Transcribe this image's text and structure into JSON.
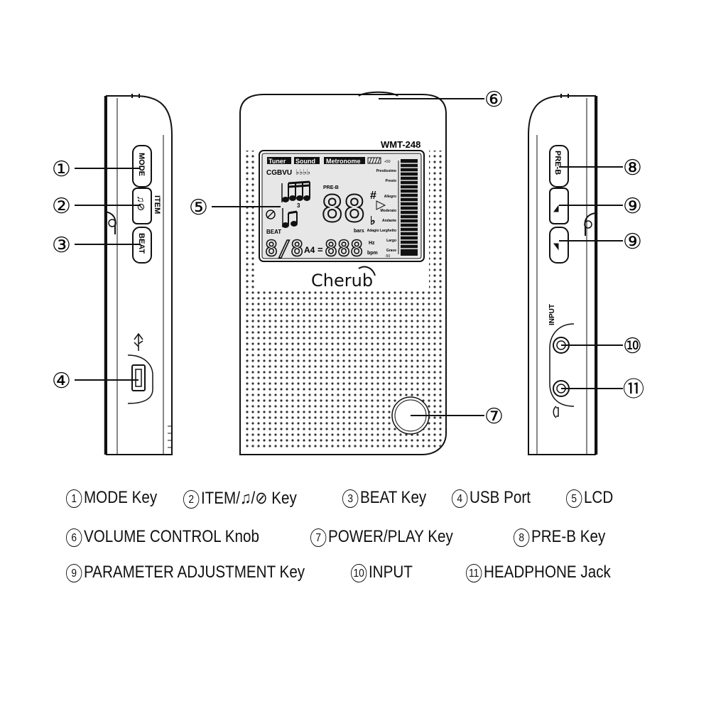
{
  "device": {
    "model": "WMT-248",
    "brand": "Cherub",
    "lcd": {
      "tab_tuner": "Tuner",
      "tab_sound": "Sound",
      "tab_metronome": "Metronome",
      "notes_row": "CGBVU",
      "flats": "♭♭♭♭",
      "pre_b": "PRE-B",
      "main_digits": "88",
      "sharp": "#",
      "flat": "♭",
      "beat_label": "BEAT",
      "beat_value": "8/8",
      "a4": "A4",
      "freq_digits": "888",
      "bars": "bars",
      "hz": "Hz",
      "bpm": "bpm",
      "triplet": "3",
      "tempo_top": "+50",
      "tempo_bottom": "-50",
      "tempo_marks": [
        "Prestissimo",
        "Presto",
        "Allegro",
        "Moderato",
        "Andante",
        "Adagio Larghetto",
        "Largo",
        "Grave"
      ]
    },
    "side_labels": {
      "mode": "MODE",
      "item": "ITEM",
      "beat": "BEAT",
      "pre_b": "PRE-B",
      "input": "INPUT"
    },
    "callouts": [
      "①",
      "②",
      "③",
      "④",
      "⑤",
      "⑥",
      "⑦",
      "⑧",
      "⑨",
      "⑨",
      "⑩",
      "⑪"
    ]
  },
  "legend": [
    {
      "num": "1",
      "text": "MODE Key"
    },
    {
      "num": "2",
      "text": "ITEM/♫/⊘ Key"
    },
    {
      "num": "3",
      "text": "BEAT Key"
    },
    {
      "num": "4",
      "text": "USB Port"
    },
    {
      "num": "5",
      "text": "LCD"
    },
    {
      "num": "6",
      "text": "VOLUME CONTROL Knob"
    },
    {
      "num": "7",
      "text": "POWER/PLAY Key"
    },
    {
      "num": "8",
      "text": "PRE-B Key"
    },
    {
      "num": "9",
      "text": "PARAMETER ADJUSTMENT Key"
    },
    {
      "num": "10",
      "text": "INPUT"
    },
    {
      "num": "11",
      "text": "HEADPHONE Jack"
    }
  ]
}
